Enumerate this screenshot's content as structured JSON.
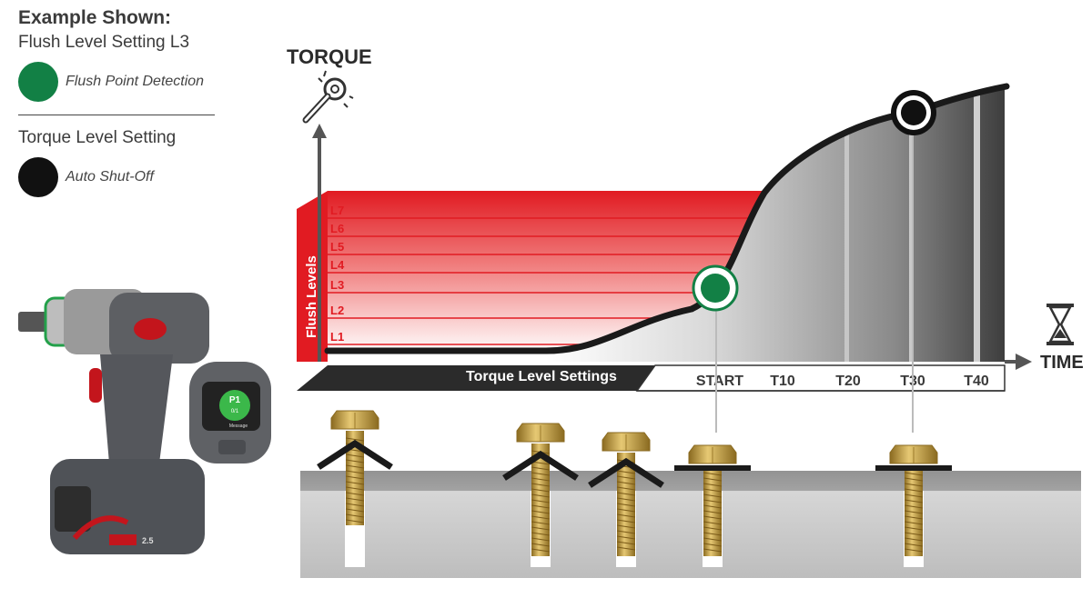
{
  "legend": {
    "heading": "Example Shown:",
    "flush_setting": "Flush Level Setting L3",
    "flush_point_label": "Flush Point Detection",
    "torque_setting": "Torque Level Setting",
    "auto_shutoff_label": "Auto Shut-Off"
  },
  "axes": {
    "y_title": "TORQUE",
    "x_title": "TIME",
    "flush_axis_label": "Flush Levels",
    "torque_bar_label": "Torque Level Settings"
  },
  "flush_levels": [
    "L1",
    "L2",
    "L3",
    "L4",
    "L5",
    "L6",
    "L7"
  ],
  "time_ticks": [
    "START",
    "T10",
    "T20",
    "T30",
    "T40"
  ],
  "tool_display": {
    "program": "P1",
    "value": "0/1",
    "message": "Message"
  },
  "battery_label": "2.5",
  "colors": {
    "flush_red": "#e11b22",
    "flush_point_green": "#128045",
    "curve": "#1a1a1a",
    "brass": "#c9a64a"
  }
}
